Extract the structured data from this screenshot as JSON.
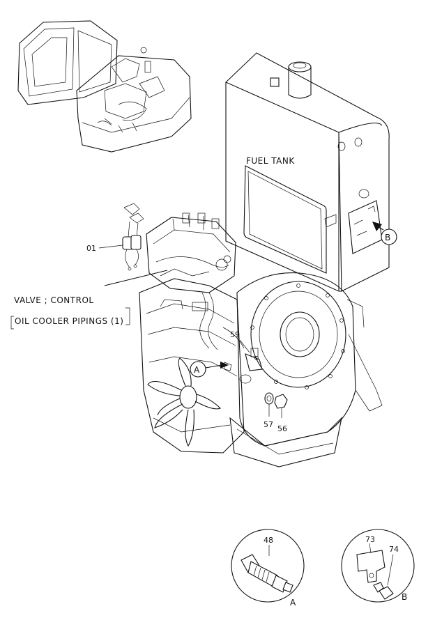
{
  "labels": {
    "fuel_tank": "FUEL TANK",
    "valve_control": "VALVE ; CONTROL",
    "oil_cooler": "OIL COOLER PIPINGS (1)"
  },
  "callouts": {
    "p01": "01",
    "p59": "59",
    "p57": "57",
    "p56": "56",
    "p48": "48",
    "p73": "73",
    "p74": "74"
  },
  "views": {
    "a_marker": "A",
    "b_marker": "B",
    "a_detail": "A",
    "b_detail": "B"
  }
}
